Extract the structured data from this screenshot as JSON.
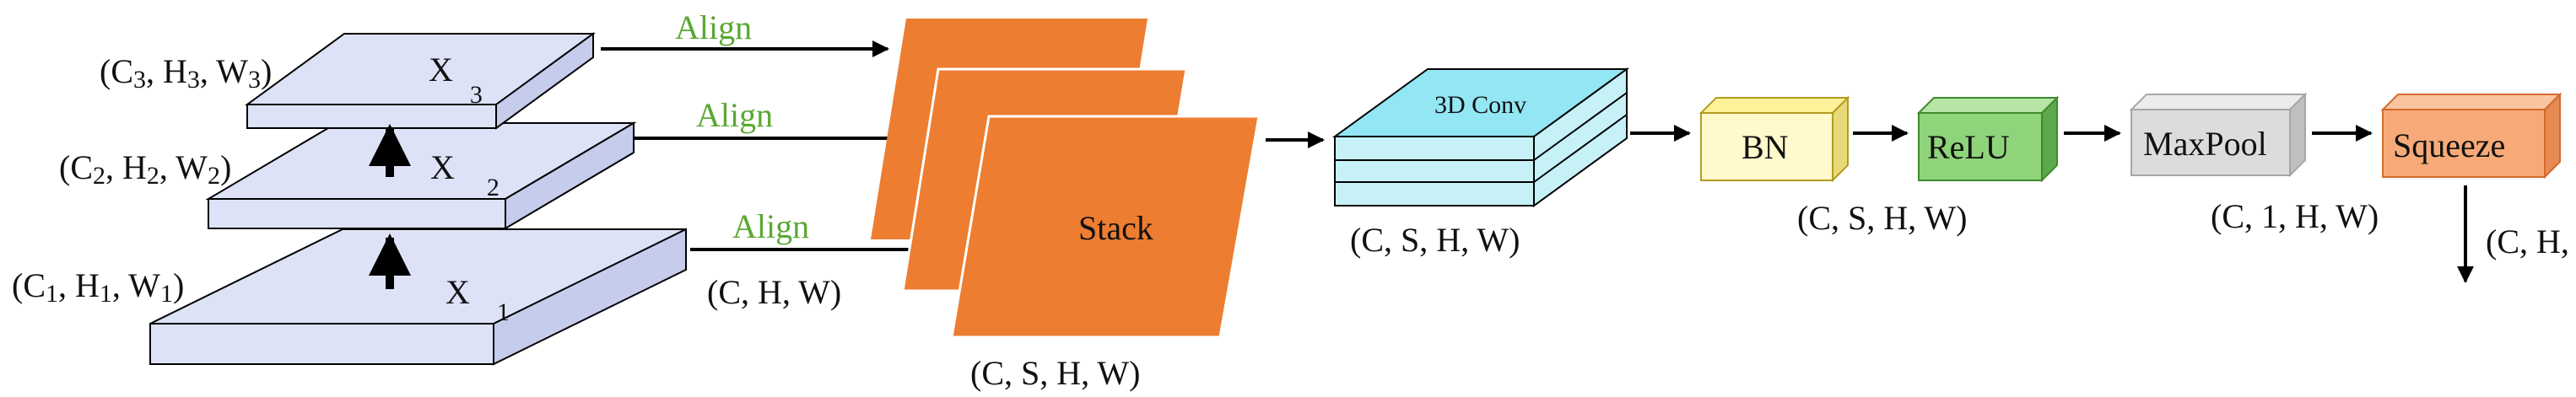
{
  "colors": {
    "plate_fill": "#dde2f7",
    "plate_side": "#c5ccec",
    "orange": "#ed7d31",
    "conv_front": "#c6f1f7",
    "conv_top": "#93e6f3",
    "bn_face": "#fff9cc",
    "bn_top": "#fdf19a",
    "bn_side": "#e7d97a",
    "bn_stroke": "#b39c1d",
    "relu_face": "#8fd47a",
    "relu_top": "#b6e5a7",
    "relu_side": "#5ca84a",
    "relu_stroke": "#3e8a2c",
    "maxpool_face": "#dcdcdc",
    "maxpool_top": "#ececec",
    "maxpool_side": "#bfbfbf",
    "maxpool_stroke": "#a6a6a6",
    "squeeze_face": "#f7aa78",
    "squeeze_top": "#f9c4a0",
    "squeeze_side": "#e58a52",
    "squeeze_stroke": "#d46a2a",
    "align_text": "#5aa832"
  },
  "inputs": [
    {
      "shape": {
        "base": "C",
        "sub": "3",
        "mid": ", H",
        "sub2": "3",
        "end": ", W",
        "sub3": "3",
        "close": ")"
      },
      "name": "X",
      "index": "3",
      "align": "Align"
    },
    {
      "shape": {
        "base": "C",
        "sub": "2",
        "mid": ", H",
        "sub2": "2",
        "end": ", W",
        "sub3": "2",
        "close": ")"
      },
      "name": "X",
      "index": "2",
      "align": "Align"
    },
    {
      "shape": {
        "base": "C",
        "sub": "1",
        "mid": ", H",
        "sub2": "1",
        "end": ", W",
        "sub3": "1",
        "close": ")"
      },
      "name": "X",
      "index": "1",
      "align": "Align"
    }
  ],
  "aligned_shape": "(C, H, W)",
  "stack": {
    "label": "Stack",
    "shape": "(C, S, H, W)"
  },
  "conv3d": {
    "label": "3D Conv",
    "shape": "(C, S, H, W)"
  },
  "bn": {
    "label": "BN"
  },
  "relu": {
    "label": "ReLU",
    "shape": "(C, S, H, W)"
  },
  "maxpool": {
    "label": "MaxPool",
    "shape": "(C, 1, H, W)"
  },
  "squeeze": {
    "label": "Squeeze",
    "shape": "(C, H, W)"
  }
}
